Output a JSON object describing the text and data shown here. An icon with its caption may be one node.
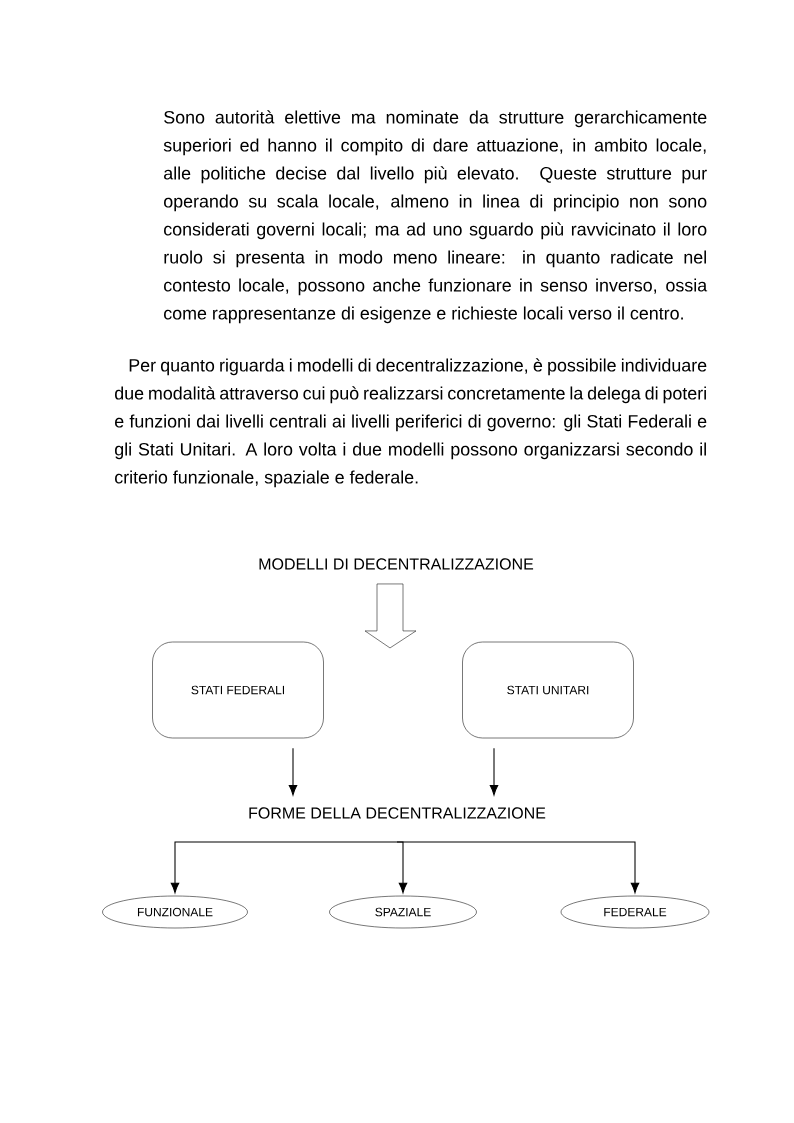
{
  "diagram": {
    "nodes": [
      {
        "text": [
          "MODELLI DI DECENTRALIZZAZIONE"
        ]
      },
      {
        "text": [
          "STATI FEDERALI"
        ]
      },
      {
        "text": [
          "STATI UNITARI"
        ]
      },
      {
        "text": [
          "FORME DELLA DECENTRALIZZAZIONE"
        ]
      },
      {
        "text": [
          "FUNZIONALE"
        ]
      },
      {
        "text": [
          "SPAZIALE"
        ]
      },
      {
        "text": [
          "FEDERALE"
        ]
      }
    ],
    "edges": [
      {
        "from": 0,
        "to": null,
        "arrow": "to"
      },
      {
        "from": 1,
        "to": 3,
        "arrow": "to"
      },
      {
        "from": 2,
        "to": 3,
        "arrow": "to"
      },
      {
        "from": 3,
        "to": 4,
        "arrow": "to"
      },
      {
        "from": 3,
        "to": 5,
        "arrow": "to"
      },
      {
        "from": 3,
        "to": 6,
        "arrow": "to"
      }
    ],
    "labels": [
      "Sono autorità elettive ma nominate da strutture gerarchicamente superiori ed hanno il compito di dare attuazione, in ambito locale, alle politiche decise dal livello più elevato. Queste strutture pur operando su scala locale, almeno in linea di principio non sono considerati governi locali; ma ad uno sguardo più ravvicinato il loro ruolo si presenta in modo meno lineare: in quanto radicate nel contesto locale, possono anche funzionare in senso inverso, ossia come rappresentanze di esigenze e richieste locali verso il centro.",
      "Per quanto riguarda i modelli di decentralizzazione, è possibile individuare due modalità attraverso cui può realizzarsi concretamente la delega di poteri e funzioni dai livelli centrali ai livelli periferici di governo: gli Stati Federali e gli Stati Unitari. A loro volta i due modelli possono organizzarsi secondo il criterio funzionale, spaziale e federale."
    ]
  }
}
